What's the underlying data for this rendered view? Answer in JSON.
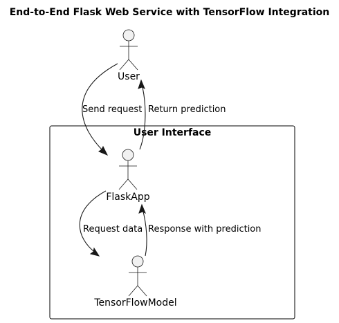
{
  "title": "End-to-End Flask Web Service with TensorFlow Integration",
  "group": {
    "label": "User Interface"
  },
  "actors": {
    "user": {
      "label": "User"
    },
    "flask_app": {
      "label": "FlaskApp"
    },
    "tensorflow_model": {
      "label": "TensorFlowModel"
    }
  },
  "edges": {
    "send_request": {
      "label": "Send request"
    },
    "return_prediction": {
      "label": "Return prediction"
    },
    "request_data": {
      "label": "Request data"
    },
    "response_with_prediction": {
      "label": "Response with prediction"
    }
  },
  "colors": {
    "actor_fill": "#f1f1f1",
    "stroke": "#181818",
    "background": "#ffffff"
  }
}
